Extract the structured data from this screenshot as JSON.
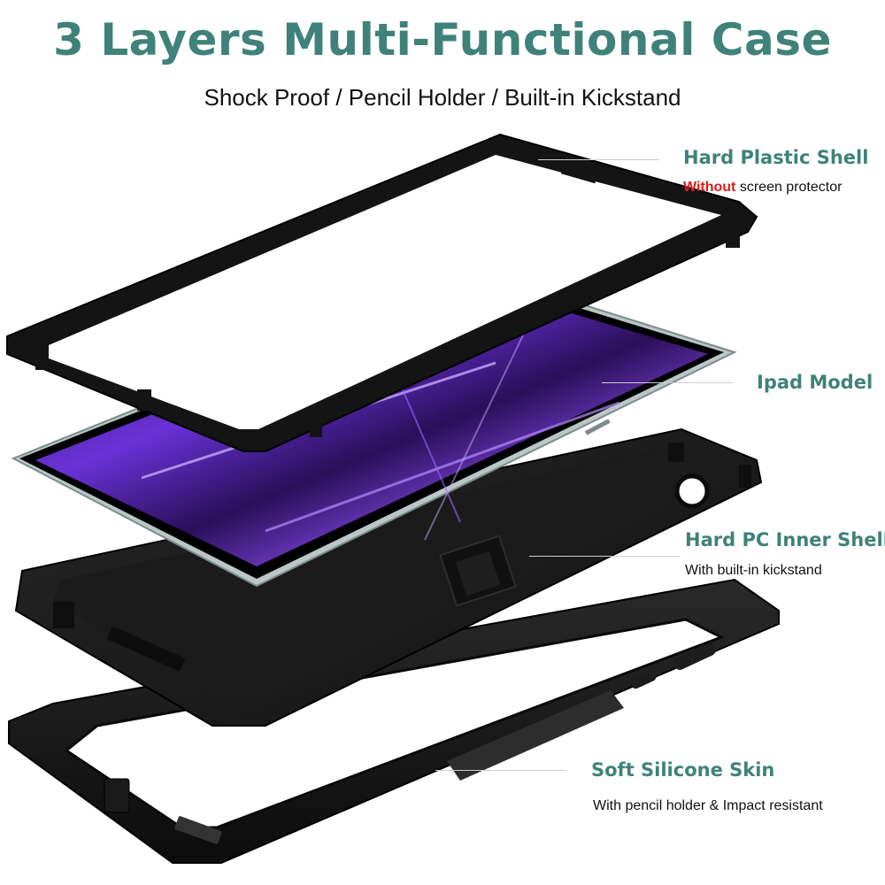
{
  "header": {
    "title": "3 Layers Multi-Functional Case",
    "subtitle": "Shock Proof / Pencil Holder / Built-in Kickstand"
  },
  "colors": {
    "accent": "#3f8279",
    "warning": "#e01b1b",
    "case_black": "#151515",
    "tablet_frame": "#b9c7c7",
    "screen_purple": "#7a3df0"
  },
  "layers": [
    {
      "title": "Hard Plastic Shell",
      "desc_highlight": "Without",
      "desc_rest": " screen protector"
    },
    {
      "title": "Ipad Model",
      "desc": ""
    },
    {
      "title": "Hard PC Inner Shell",
      "desc": "With built-in kickstand"
    },
    {
      "title": "Soft Silicone Skin",
      "desc": "With pencil holder & Impact resistant"
    }
  ]
}
